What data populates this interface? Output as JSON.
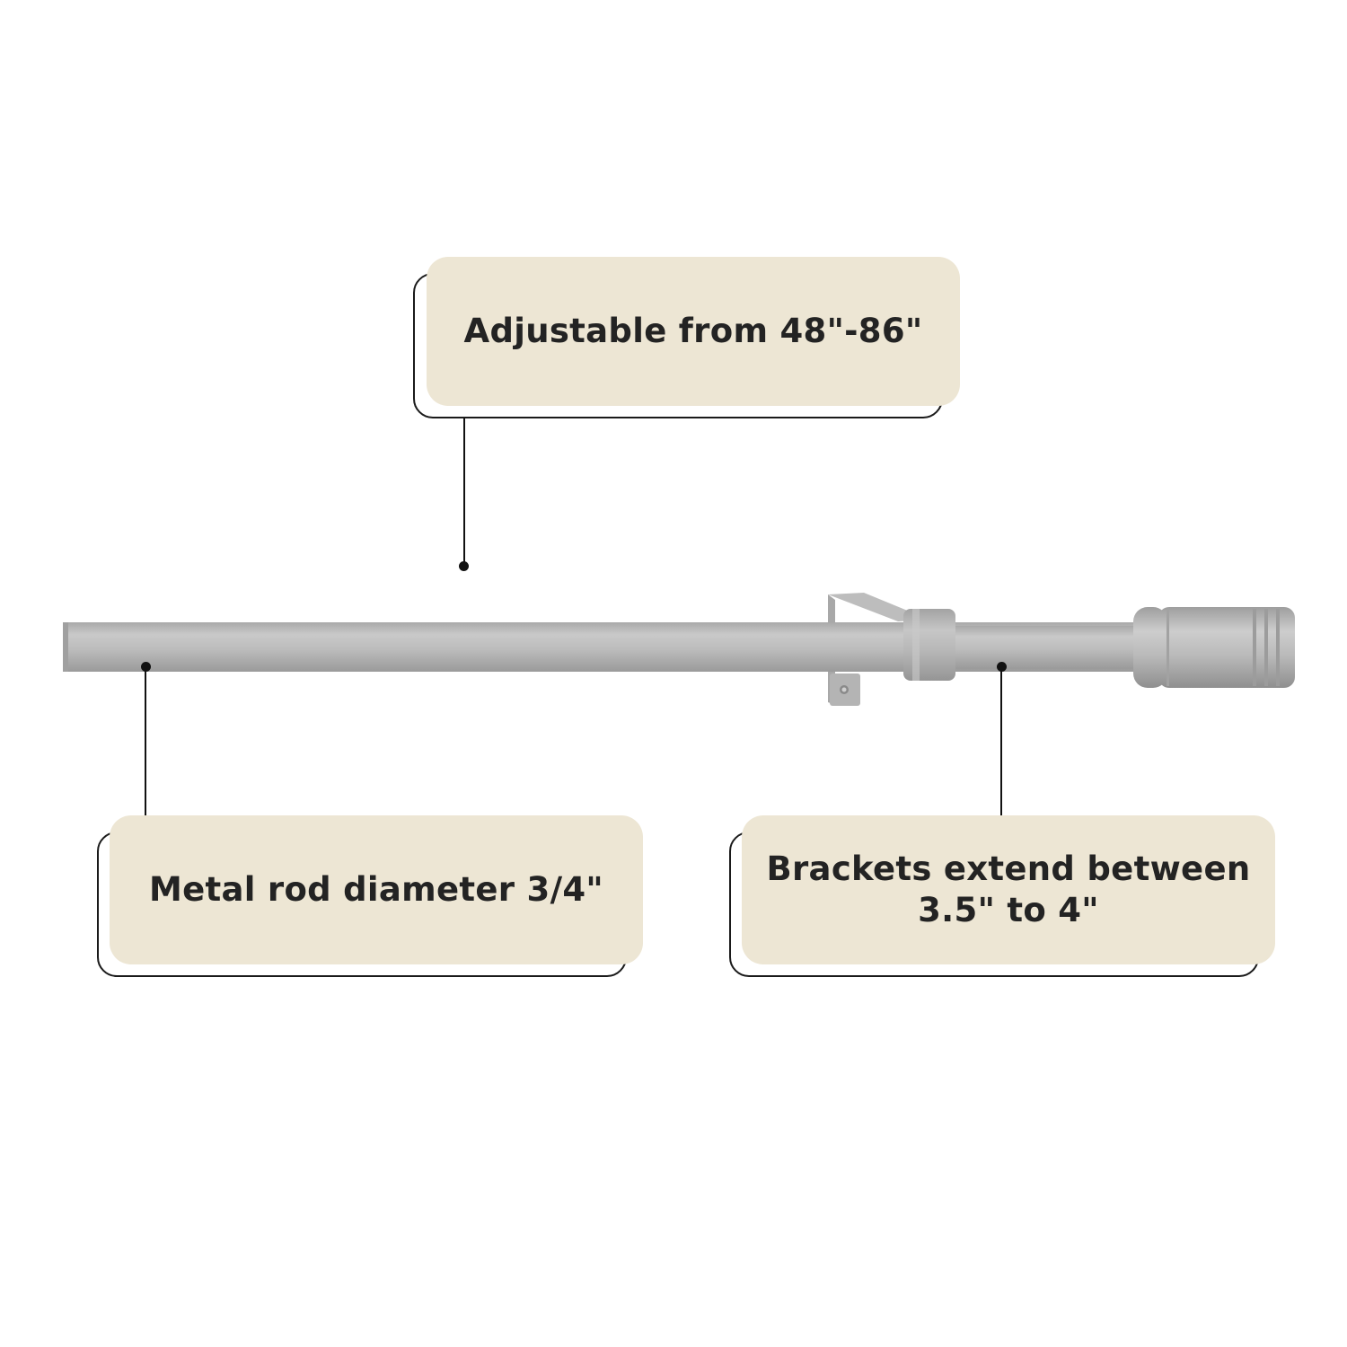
{
  "callouts": {
    "adjustable": {
      "text": "Adjustable from 48\"-86\""
    },
    "diameter": {
      "text": "Metal rod diameter 3/4\""
    },
    "brackets": {
      "line1": "Brackets extend between",
      "line2": "3.5\" to 4\""
    }
  },
  "colors": {
    "label_fill": "#ede6d4",
    "label_text": "#232323",
    "rod": "#b9b9b9",
    "leader": "#111111"
  },
  "icons": [
    "curtain-rod-illustration",
    "bracket-icon",
    "finial-icon"
  ]
}
